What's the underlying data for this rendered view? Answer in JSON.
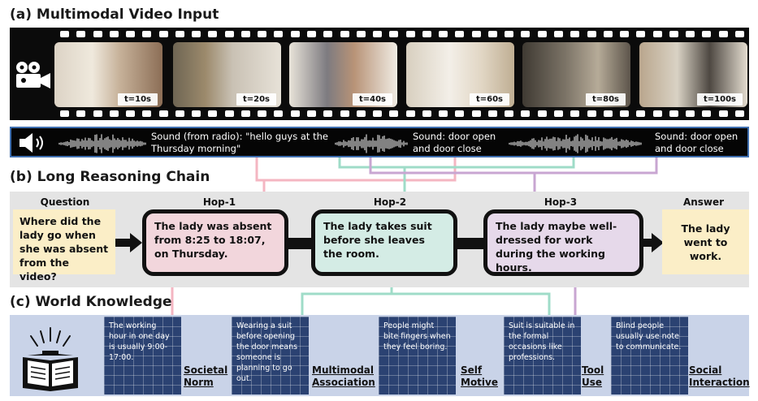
{
  "sections": {
    "video": "(a) Multimodal Video Input",
    "reasoning": "(b) Long Reasoning Chain",
    "knowledge": "(c) World Knowledge"
  },
  "frames": [
    {
      "label": "t=10s"
    },
    {
      "label": "t=20s"
    },
    {
      "label": "t=40s"
    },
    {
      "label": "t=60s"
    },
    {
      "label": "t=80s"
    },
    {
      "label": "t=100s"
    }
  ],
  "sounds": [
    {
      "line1": "Sound (from radio): \"hello guys at the",
      "line2": "Thursday morning\""
    },
    {
      "line1": "Sound: door open",
      "line2": "and door close"
    },
    {
      "line1": "Sound: door open",
      "line2": "and door close"
    }
  ],
  "chain": {
    "question_head": "Question",
    "question": "Where did the lady go when she was absent from the video?",
    "hops": [
      {
        "head": "Hop-1",
        "text": "The lady was absent from 8:25 to 18:07, on Thursday."
      },
      {
        "head": "Hop-2",
        "text": "The lady takes suit before she leaves the room."
      },
      {
        "head": "Hop-3",
        "text": "The lady maybe well-dressed for work during the working hours."
      }
    ],
    "answer_head": "Answer",
    "answer": "The lady went to work."
  },
  "knowledge": [
    {
      "card": "The working hour in one day is usually 9:00-17:00.",
      "label1": "Societal",
      "label2": "Norm"
    },
    {
      "card": "Wearing a suit before opening the door means someone is planning to go out.",
      "label1": "Multimodal",
      "label2": "Association"
    },
    {
      "card": "People might bite fingers when they feel boring.",
      "label1": "Self",
      "label2": "Motive"
    },
    {
      "card": "Suit is suitable in the formal occasions like professions.",
      "label1": "Tool",
      "label2": "Use"
    },
    {
      "card": "Blind people usually use note to communicate.",
      "label1": "Social",
      "label2": "Interaction"
    }
  ],
  "colors": {
    "hop1": "#f2d6dc",
    "hop2": "#d4ece5",
    "hop3": "#e6d9ea",
    "pink_line": "#f4b6c2",
    "teal_line": "#9fdcc8",
    "purple_line": "#c8a6d2",
    "question_bg": "#fbeec7",
    "card_bg": "#2b4272",
    "audio_border": "#3f6fb0"
  },
  "icons": [
    "video-camera-icon",
    "speaker-icon",
    "open-book-icon",
    "arrow-right-icon"
  ]
}
